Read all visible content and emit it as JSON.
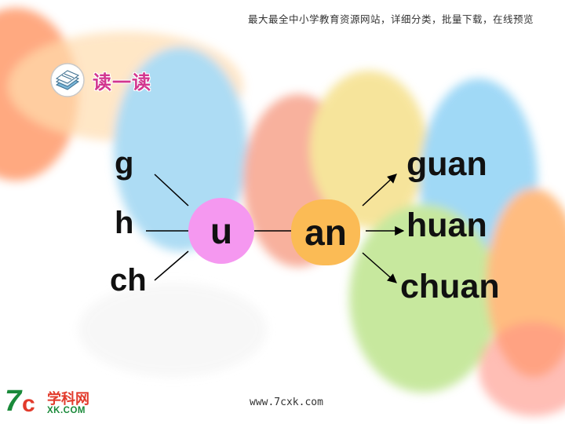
{
  "header": {
    "tagline": "最大最全中小学教育资源网站，详细分类，批量下载，在线预览"
  },
  "section": {
    "title": "读一读",
    "icon": "book-icon"
  },
  "diagram": {
    "initials": [
      "g",
      "h",
      "ch"
    ],
    "medial": "u",
    "final": "an",
    "results": [
      "guan",
      "huan",
      "chuan"
    ]
  },
  "footer": {
    "url": "www.7cxk.com"
  },
  "logo": {
    "mark_seven": "7",
    "mark_c": "c",
    "name_cn": "学科网",
    "name_en": "XK.COM"
  },
  "colors": {
    "medial_circle": "#f598f0",
    "final_circle": "#fbbb55",
    "title": "#d2368f"
  }
}
